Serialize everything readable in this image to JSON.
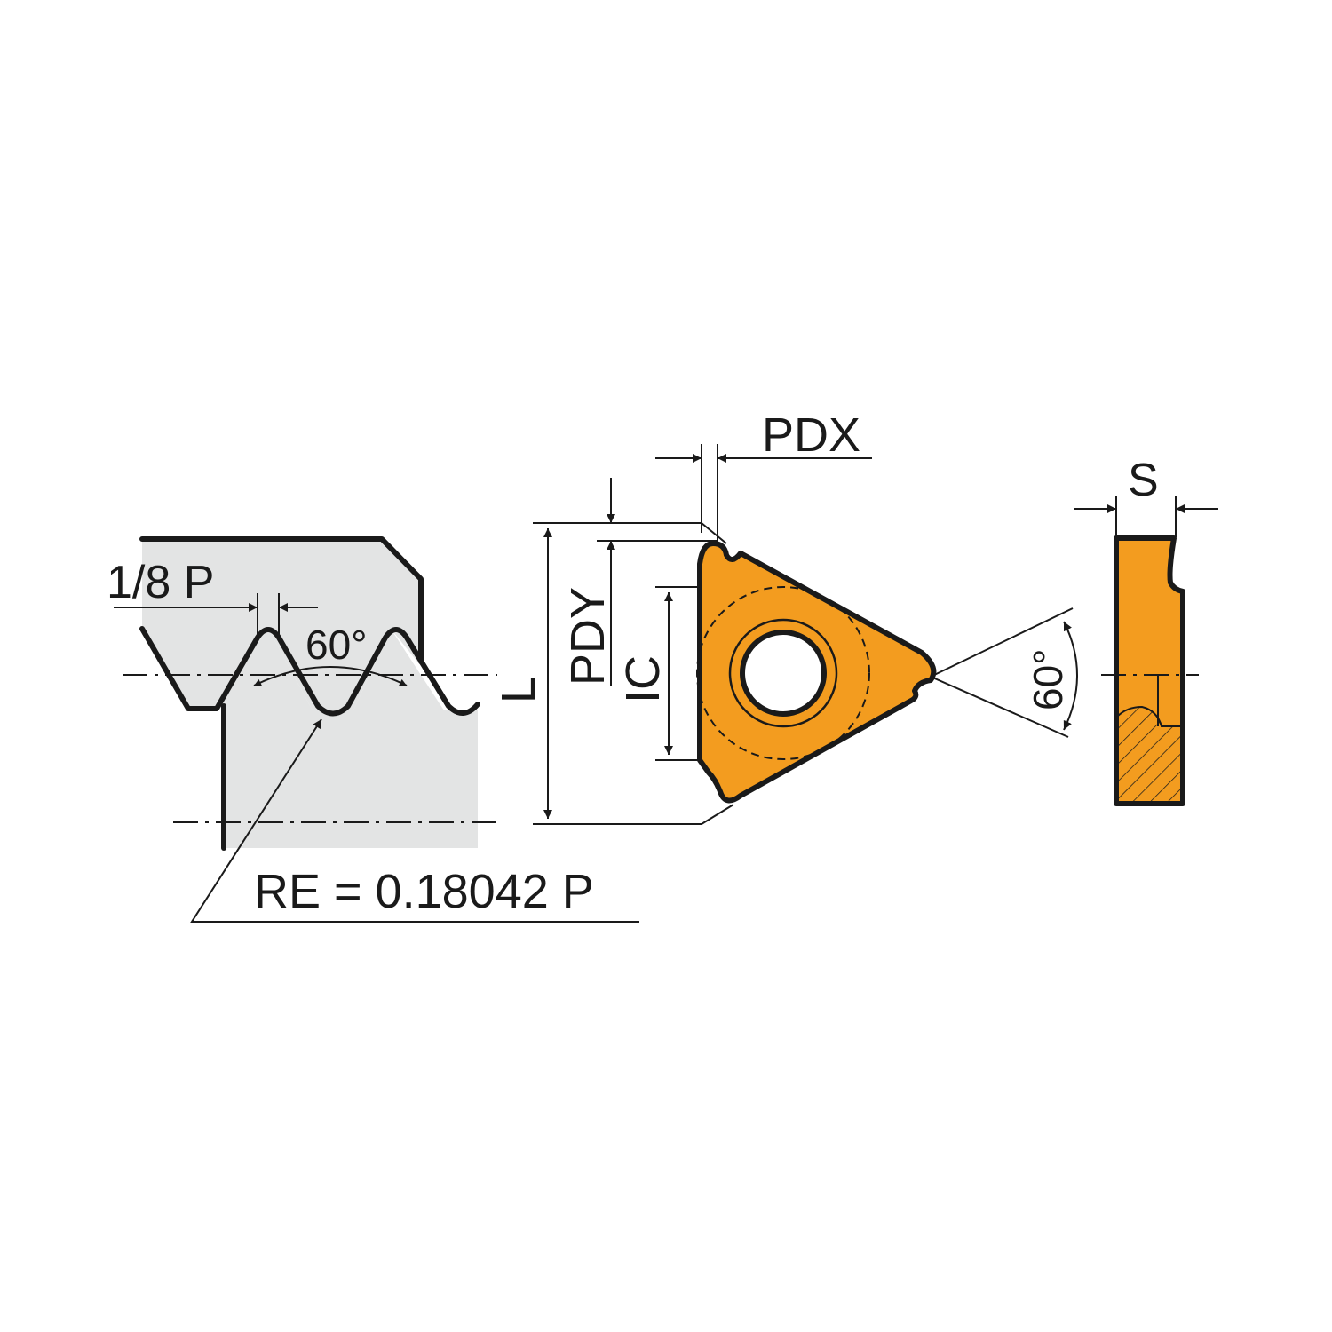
{
  "labels": {
    "pitch_fraction": "1/8 P",
    "thread_angle": "60°",
    "radius_formula": "RE = 0.18042 P",
    "length": "L",
    "pdy": "PDY",
    "ic": "IC",
    "pdx": "PDX",
    "insert_angle": "60°",
    "thickness": "S"
  },
  "colors": {
    "insert_fill": "#f39c1f",
    "workpiece_fill": "#e3e4e4",
    "line": "#1a1a1a"
  }
}
